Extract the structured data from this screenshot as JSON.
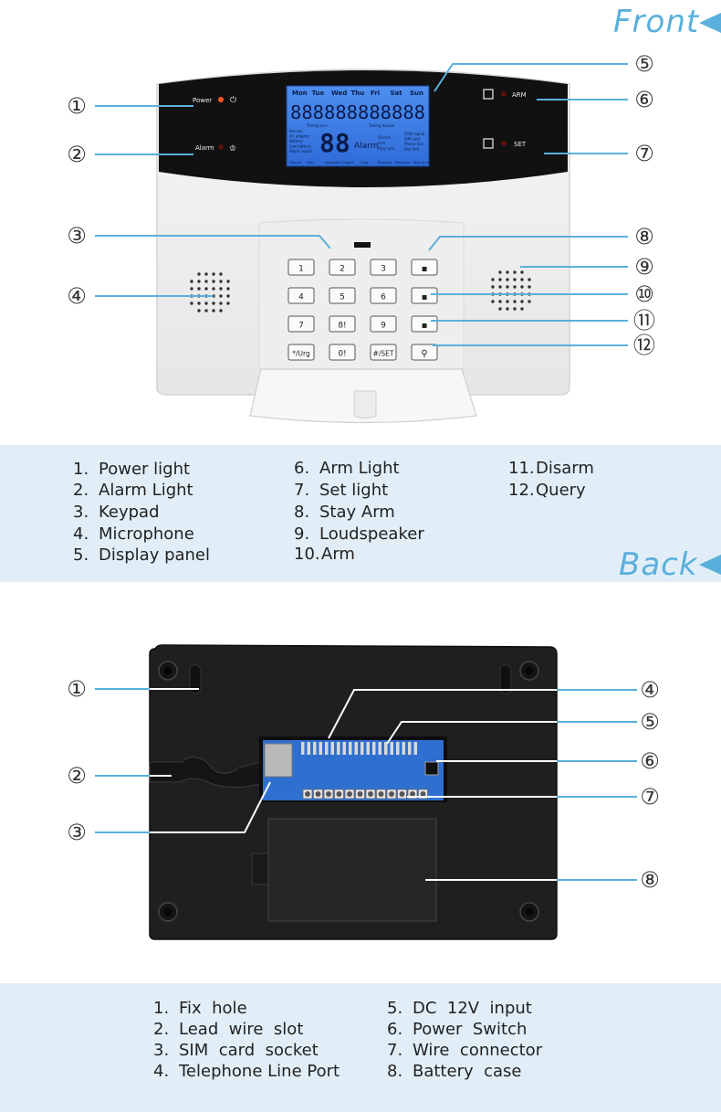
{
  "front": {
    "title": "Front",
    "callouts": [
      "①",
      "②",
      "③",
      "④",
      "⑤",
      "⑥",
      "⑦",
      "⑧",
      "⑨",
      "⑩",
      "⑪",
      "⑫"
    ],
    "device": {
      "power_label": "Power",
      "alarm_label": "Alarm",
      "arm_label": "ARM",
      "set_label": "SET",
      "lcd": {
        "days": [
          "Mon",
          "Tue",
          "Wed",
          "Thu",
          "Fri",
          "Sat",
          "Sun"
        ],
        "digits": "888888888888",
        "big_digits": "88",
        "alarm_text": "Alarm",
        "timing_arm": "Timing arm",
        "timing_disarm": "Timing disarm",
        "left_indicators": [
          "Record",
          "AC adapter",
          "Battery",
          "Low battery",
          "Alarm report"
        ],
        "mid_indicators": [
          "Disarm",
          "Arm",
          "Stay arm"
        ],
        "right_indicators": [
          "GSM signal",
          "SIM card",
          "Phone line",
          "Key lock"
        ],
        "bottom_row": [
          "Normal",
          "Stay",
          "Intelligent",
          "Urgent",
          "Close",
          "Disabled",
          "Welcome",
          "Help sector"
        ]
      },
      "keys": [
        "1",
        "2",
        "3",
        "",
        "4",
        "5",
        "6",
        "",
        "7",
        "8!",
        "9",
        "",
        "*/Urg",
        "0!",
        "#/SET",
        ""
      ]
    },
    "legend": [
      [
        "1.",
        "Power  light"
      ],
      [
        "2.",
        "Alarm Light"
      ],
      [
        "3.",
        "Keypad"
      ],
      [
        "4.",
        "Microphone"
      ],
      [
        "5.",
        "Display panel"
      ],
      [
        "6.",
        "Arm Light"
      ],
      [
        "7.",
        "Set light"
      ],
      [
        "8.",
        "Stay Arm"
      ],
      [
        "9.",
        "Loudspeaker"
      ],
      [
        "10.",
        "Arm"
      ],
      [
        "11.",
        "Disarm"
      ],
      [
        "12.",
        "Query"
      ]
    ]
  },
  "back": {
    "title": "Back",
    "callouts": [
      "①",
      "②",
      "③",
      "④",
      "⑤",
      "⑥",
      "⑦",
      "⑧"
    ],
    "legend": [
      [
        "1.",
        "Fix  hole"
      ],
      [
        "2.",
        "Lead  wire  slot"
      ],
      [
        "3.",
        "SIM  card  socket"
      ],
      [
        "4.",
        "Telephone Line Port"
      ],
      [
        "5.",
        "DC  12V  input"
      ],
      [
        "6.",
        "Power  Switch"
      ],
      [
        "7.",
        "Wire  connector"
      ],
      [
        "8.",
        "Battery  case"
      ]
    ]
  },
  "colors": {
    "accent": "#5ab0dc",
    "band": "#e1eef8",
    "lcd": "#3a7be0",
    "panel_black": "#111111",
    "case_black": "#1e1e1e",
    "pcb_blue": "#2f6fd0"
  }
}
